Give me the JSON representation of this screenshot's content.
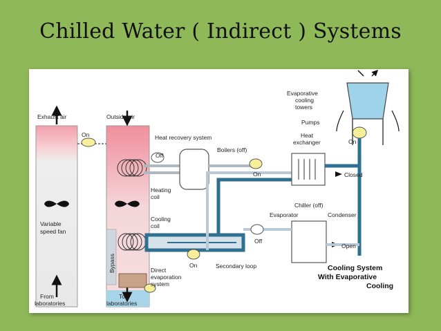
{
  "slide": {
    "title": "Chilled Water ( Indirect ) Systems"
  },
  "labels": {
    "exhaust_air": "Exhaust air",
    "outside_air": "Outside air",
    "on_1": "On",
    "heat_recovery": "Heat recovery system",
    "off_1": "Off",
    "boilers": "Boilers (off)",
    "heating_coil_1": "Heating",
    "heating_coil_2": "coil",
    "variable_fan_1": "Variable",
    "variable_fan_2": "speed fan",
    "cooling_coil_1": "Cooling",
    "cooling_coil_2": "coil",
    "bypass": "Bypass",
    "direct_evap_1": "Direct",
    "direct_evap_2": "evaporation",
    "direct_evap_3": "system",
    "from_lab_1": "From",
    "from_lab_2": "laboratories",
    "to_lab_1": "To",
    "to_lab_2": "laboratories",
    "on_2": "On",
    "secondary_loop": "Secondary loop",
    "evap_towers_1": "Evaporative",
    "evap_towers_2": "cooling",
    "evap_towers_3": "towers",
    "pumps": "Pumps",
    "heat_exchanger_1": "Heat",
    "heat_exchanger_2": "exchanger",
    "on_3": "On",
    "on_4": "On",
    "closed": "Closed",
    "chiller": "Chiller (off)",
    "evaporator": "Evaporator",
    "condenser": "Condenser",
    "off_2": "Off",
    "open": "Open",
    "cooling_system_1": "Cooling System",
    "cooling_system_2": "With Evaporative",
    "cooling_system_3": "Cooling"
  },
  "colors": {
    "background": "#8fb859",
    "exhaust_pink": "#f29aa6",
    "pipe_blue": "#2f6f8f",
    "pipe_light": "#b9c9d6",
    "tower_blue": "#9fd3ea",
    "pump_yellow": "#f7ef9a"
  }
}
